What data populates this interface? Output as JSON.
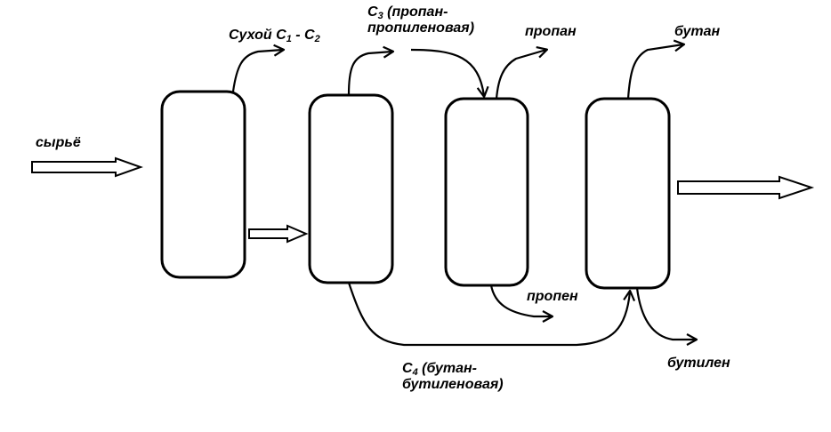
{
  "labels": {
    "feed": "сырьё",
    "dry_gas_prefix": "Сухой ",
    "dry_gas_c": "С",
    "dry_gas_sub1": "1",
    "dry_gas_mid": " - С",
    "dry_gas_sub2": "2",
    "c3_c": "С",
    "c3_sub": "3",
    "c3_line1_rest": " (пропан-",
    "c3_line2": "пропиленовая)",
    "propane": "пропан",
    "propene": "пропен",
    "butane": "бутан",
    "butylene": "бутилен",
    "c4_c": "С",
    "c4_sub": "4",
    "c4_line1_rest": " (бутан-",
    "c4_line2": "бутиленовая)"
  }
}
